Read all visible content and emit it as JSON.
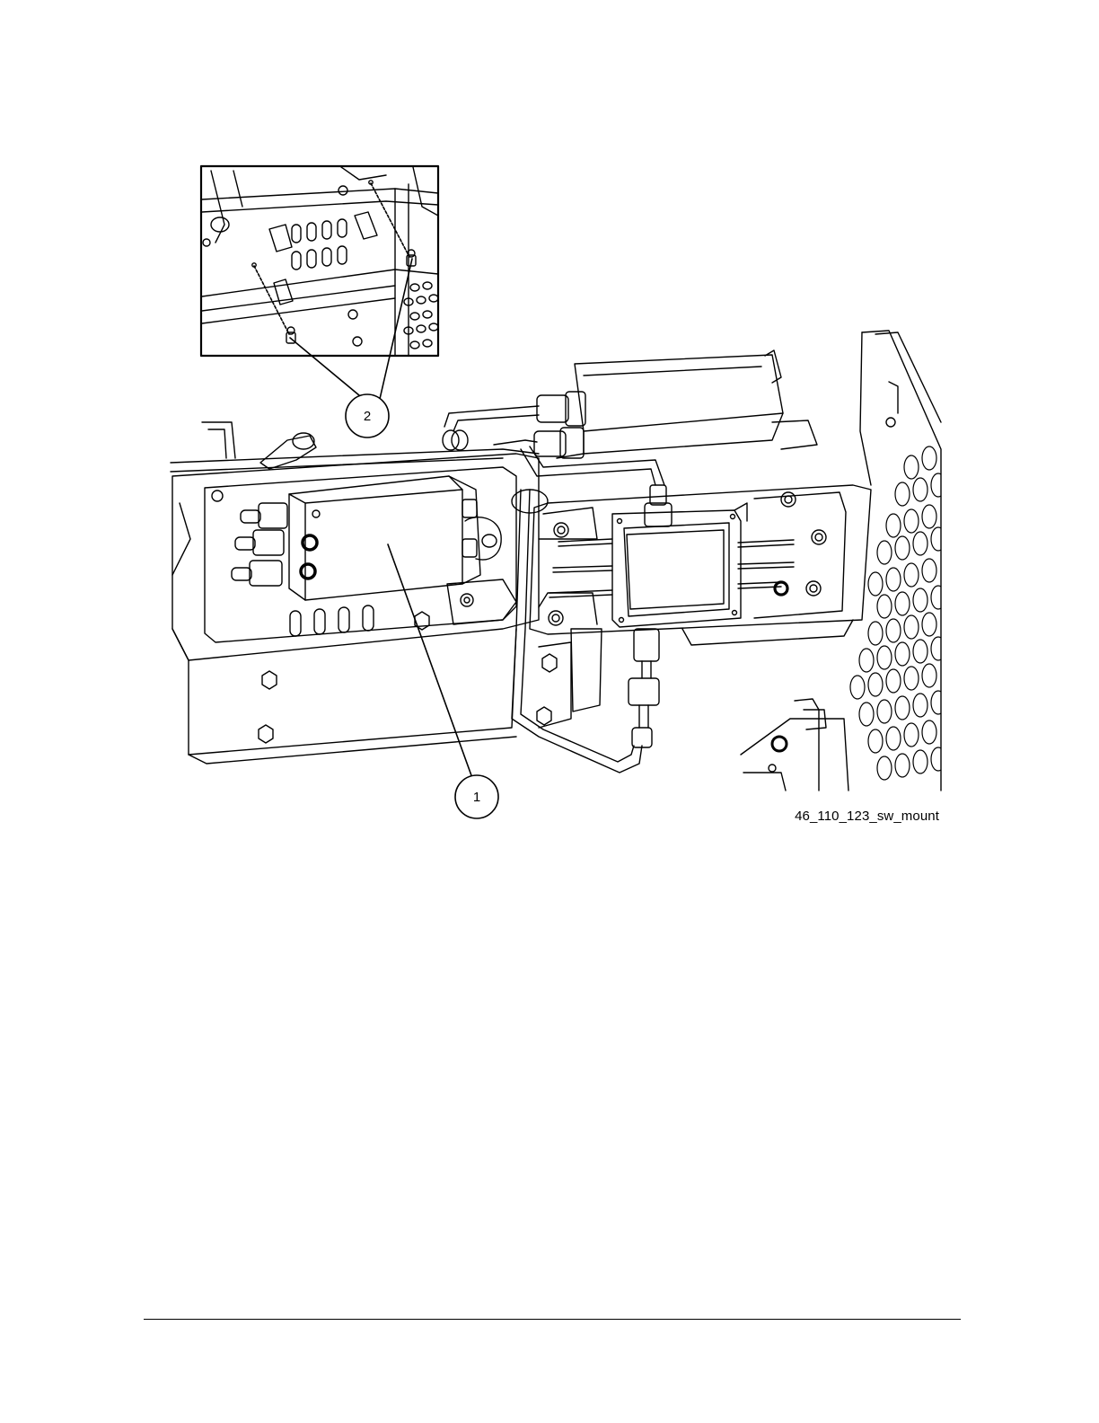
{
  "figure": {
    "id_label": "46_110_123_sw_mount",
    "callouts": [
      {
        "number": "1"
      },
      {
        "number": "2"
      }
    ]
  }
}
